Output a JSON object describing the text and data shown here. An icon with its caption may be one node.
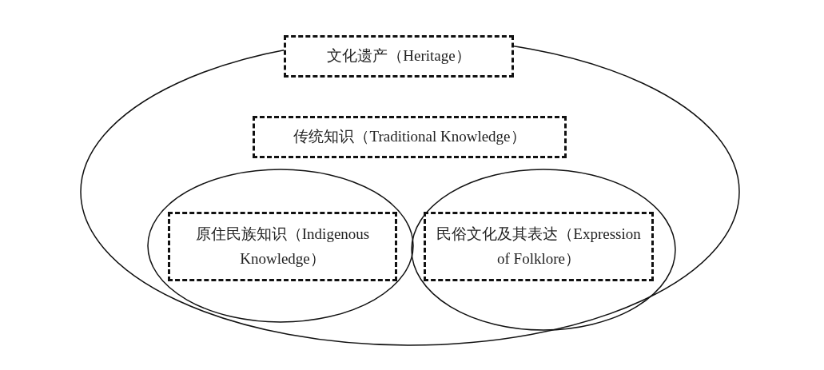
{
  "diagram": {
    "nodes": [
      {
        "text": [],
        "shape": "ellipse"
      },
      {
        "text": [
          "文化遗产（Heritage）"
        ],
        "in": 0
      },
      {
        "text": [
          "传统知识（Traditional Knowledge）"
        ],
        "in": 0
      },
      {
        "text": [],
        "shape": "ellipse",
        "in": 0
      },
      {
        "text": [],
        "shape": "ellipse",
        "in": 0
      },
      {
        "text": [
          "原住民族知识（Indigenous Knowledge）"
        ],
        "in": 3
      },
      {
        "text": [
          "民俗文化及其表达（Expression of Folklore）"
        ],
        "in": 4
      }
    ],
    "edges": []
  }
}
